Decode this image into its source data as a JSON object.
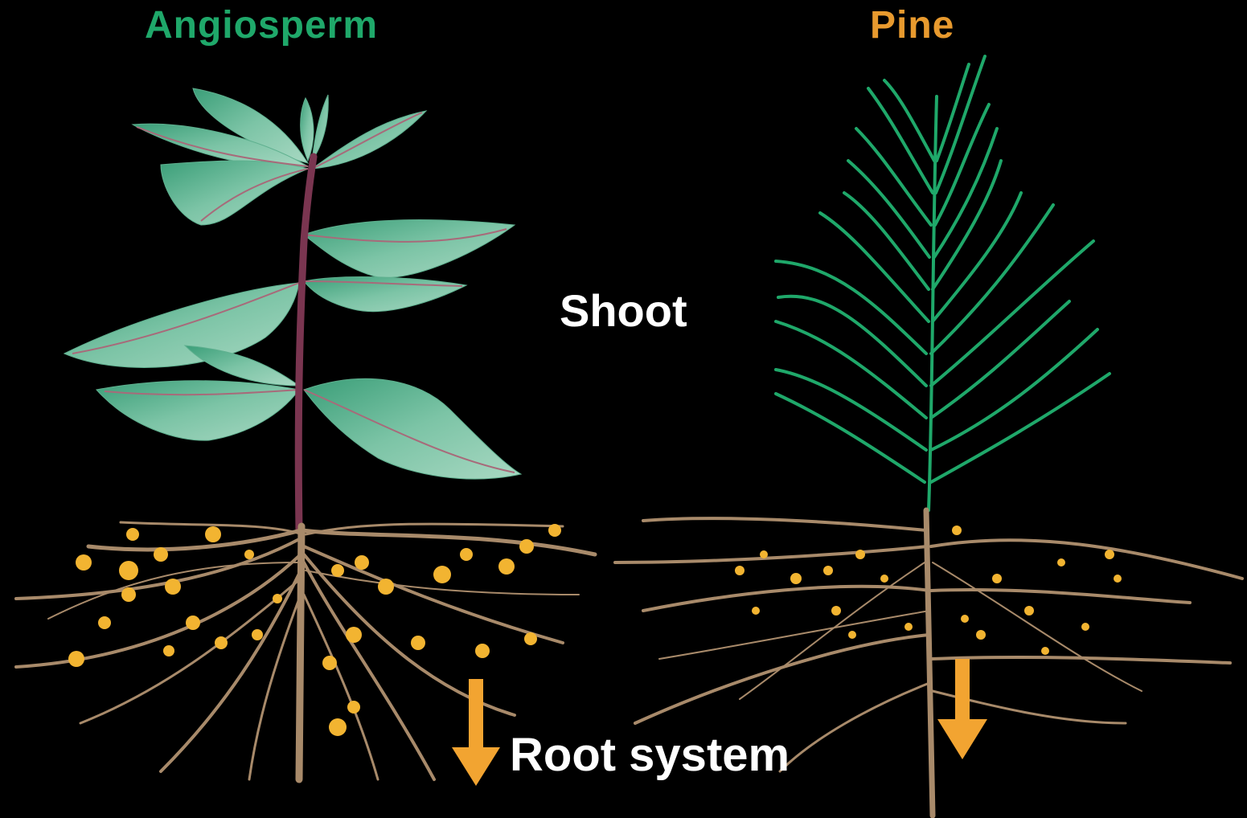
{
  "labels": {
    "angiosperm": "Angiosperm",
    "pine": "Pine",
    "shoot": "Shoot",
    "root_system": "Root system"
  },
  "colors": {
    "background": "#000000",
    "angiosperm_title": "#1fa86a",
    "pine_title": "#e89a2e",
    "text": "#ffffff",
    "leaf": "#7cc4a6",
    "leaf_dark": "#3a9e78",
    "stem": "#7a3550",
    "needle": "#1fa86a",
    "root": "#a88a6a",
    "root_hair": "#f2b431",
    "arrow": "#f2a431"
  }
}
